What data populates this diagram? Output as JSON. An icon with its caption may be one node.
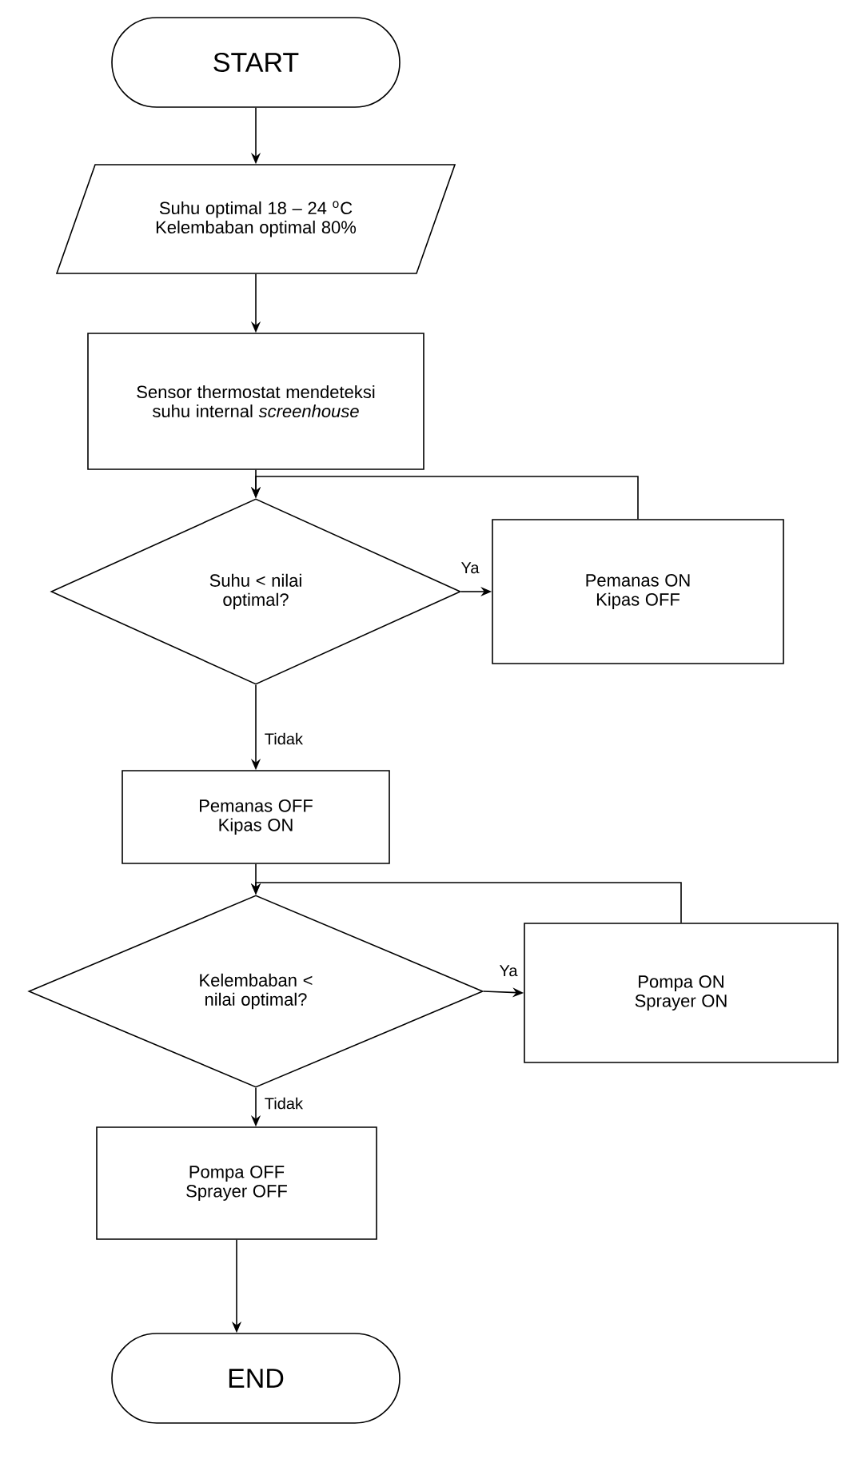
{
  "diagram": {
    "nodes": [
      {
        "text": [
          "START"
        ]
      },
      {
        "text": [
          "Suhu optimal 18 – 24 $^{o}$C Kelembaban optimal 80%"
        ]
      },
      {
        "text": [
          "Sensor thermostat mendeteksi suhu internal *screenhouse*"
        ]
      },
      {
        "text": [
          "Suhu < nilai optimal?"
        ]
      },
      {
        "text": [
          "Pemanas ON Kipas OFF"
        ]
      },
      {
        "text": [
          "Pemanas OFF Kipas ON"
        ]
      },
      {
        "text": [
          "Kelembaban < nilai optimal?"
        ]
      },
      {
        "text": [
          "Pompa ON Sprayer ON"
        ]
      },
      {
        "text": [
          "Pompa OFF Sprayer OFF"
        ]
      },
      {
        "text": [
          "END"
        ]
      }
    ],
    "edges": [
      {
        "from": 0,
        "to": 1,
        "arrow": "to"
      },
      {
        "from": 1,
        "to": 2,
        "arrow": "to"
      },
      {
        "from": 2,
        "to": 3,
        "arrow": "to"
      },
      {
        "from": 3,
        "to": 4,
        "arrow": "to",
        "label": "Ya"
      },
      {
        "from": 4,
        "to": 3,
        "arrow": "to"
      },
      {
        "from": 3,
        "to": 5,
        "arrow": "to",
        "label": "Tidak"
      },
      {
        "from": 5,
        "to": 6,
        "arrow": "to"
      },
      {
        "from": 6,
        "to": 7,
        "arrow": "to",
        "label": "Ya"
      },
      {
        "from": 7,
        "to": 6,
        "arrow": "to"
      },
      {
        "from": 6,
        "to": 8,
        "arrow": "to",
        "label": "Tidak"
      },
      {
        "from": 8,
        "to": 9,
        "arrow": "to"
      }
    ]
  }
}
